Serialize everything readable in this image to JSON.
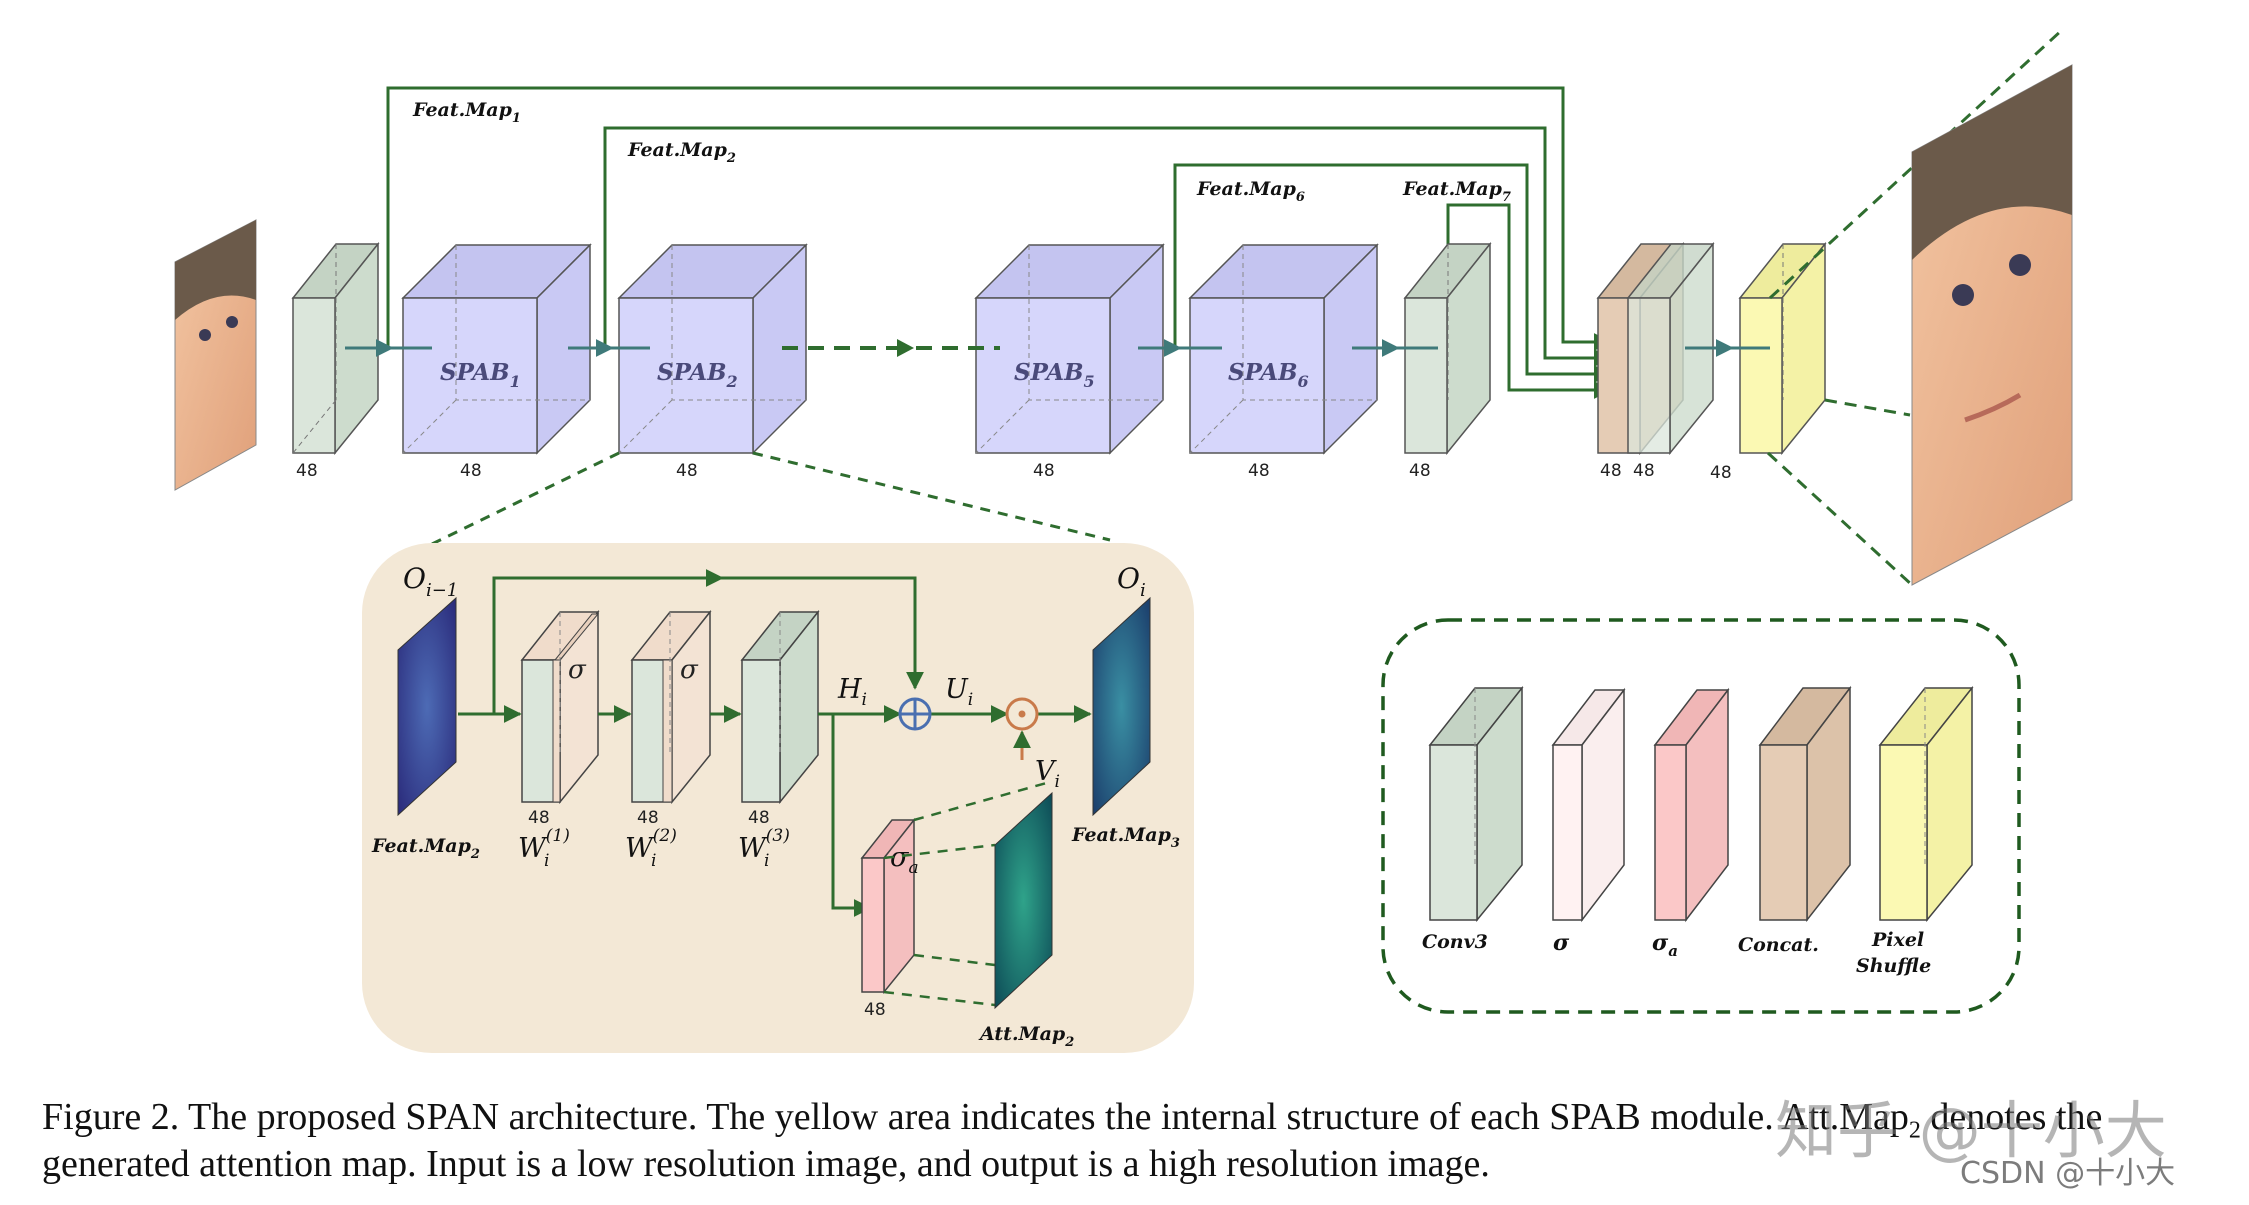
{
  "top": {
    "feat_maps": [
      "Feat.Map",
      "Feat.Map",
      "Feat.Map",
      "Feat.Map"
    ],
    "feat_map_subs": [
      "1",
      "2",
      "6",
      "7"
    ],
    "spab_blocks": [
      {
        "label": "SPAB",
        "sub": "1"
      },
      {
        "label": "SPAB",
        "sub": "2"
      },
      {
        "label": "SPAB",
        "sub": "5"
      },
      {
        "label": "SPAB",
        "sub": "6"
      }
    ],
    "channel_label": "48"
  },
  "inner": {
    "input_label": "O",
    "input_sub": "i−1",
    "output_label": "O",
    "output_sub": "i",
    "feat_in": "Feat.Map",
    "feat_in_sub": "2",
    "feat_out": "Feat.Map",
    "feat_out_sub": "3",
    "att_map": "Att.Map",
    "att_map_sub": "2",
    "sigma": "σ",
    "sigma_a": "σ",
    "sigma_a_sub": "a",
    "weights": [
      {
        "base": "W",
        "sub": "i",
        "sup": "(1)"
      },
      {
        "base": "W",
        "sub": "i",
        "sup": "(2)"
      },
      {
        "base": "W",
        "sub": "i",
        "sup": "(3)"
      }
    ],
    "h": "H",
    "h_sub": "i",
    "u": "U",
    "u_sub": "i",
    "v": "V",
    "v_sub": "i",
    "plus_symbol": "⊕",
    "dot_symbol": "⊙",
    "channel_label": "48"
  },
  "legend": {
    "conv3": "Conv3",
    "sigma": "σ",
    "sigma_a": "σ",
    "sigma_a_sub": "a",
    "concat": "Concat.",
    "pixel": "Pixel",
    "shuffle": "Shuffle"
  },
  "colors": {
    "conv": "#dbe6db",
    "spab": "#d6d6fb",
    "sigma": "#fff2f2",
    "sigma_a": "#fbc8c8",
    "concat": "#e5ccb5",
    "pixel_shuffle": "#fbf9b3",
    "arrow": "#2f6d2f",
    "inner_bg": "#f3e8d6"
  },
  "caption": {
    "line1": "Figure 2. The proposed SPAN architecture. The yellow area indicates the internal structure of each SPAB module. Att.Map",
    "line1_sub": "2",
    "line1_end": " denotes the",
    "line2": "generated attention map. Input is a low resolution image, and output is a high resolution image."
  },
  "watermark": {
    "zhihu": "知乎 @十小大",
    "csdn": "CSDN @十小大"
  }
}
